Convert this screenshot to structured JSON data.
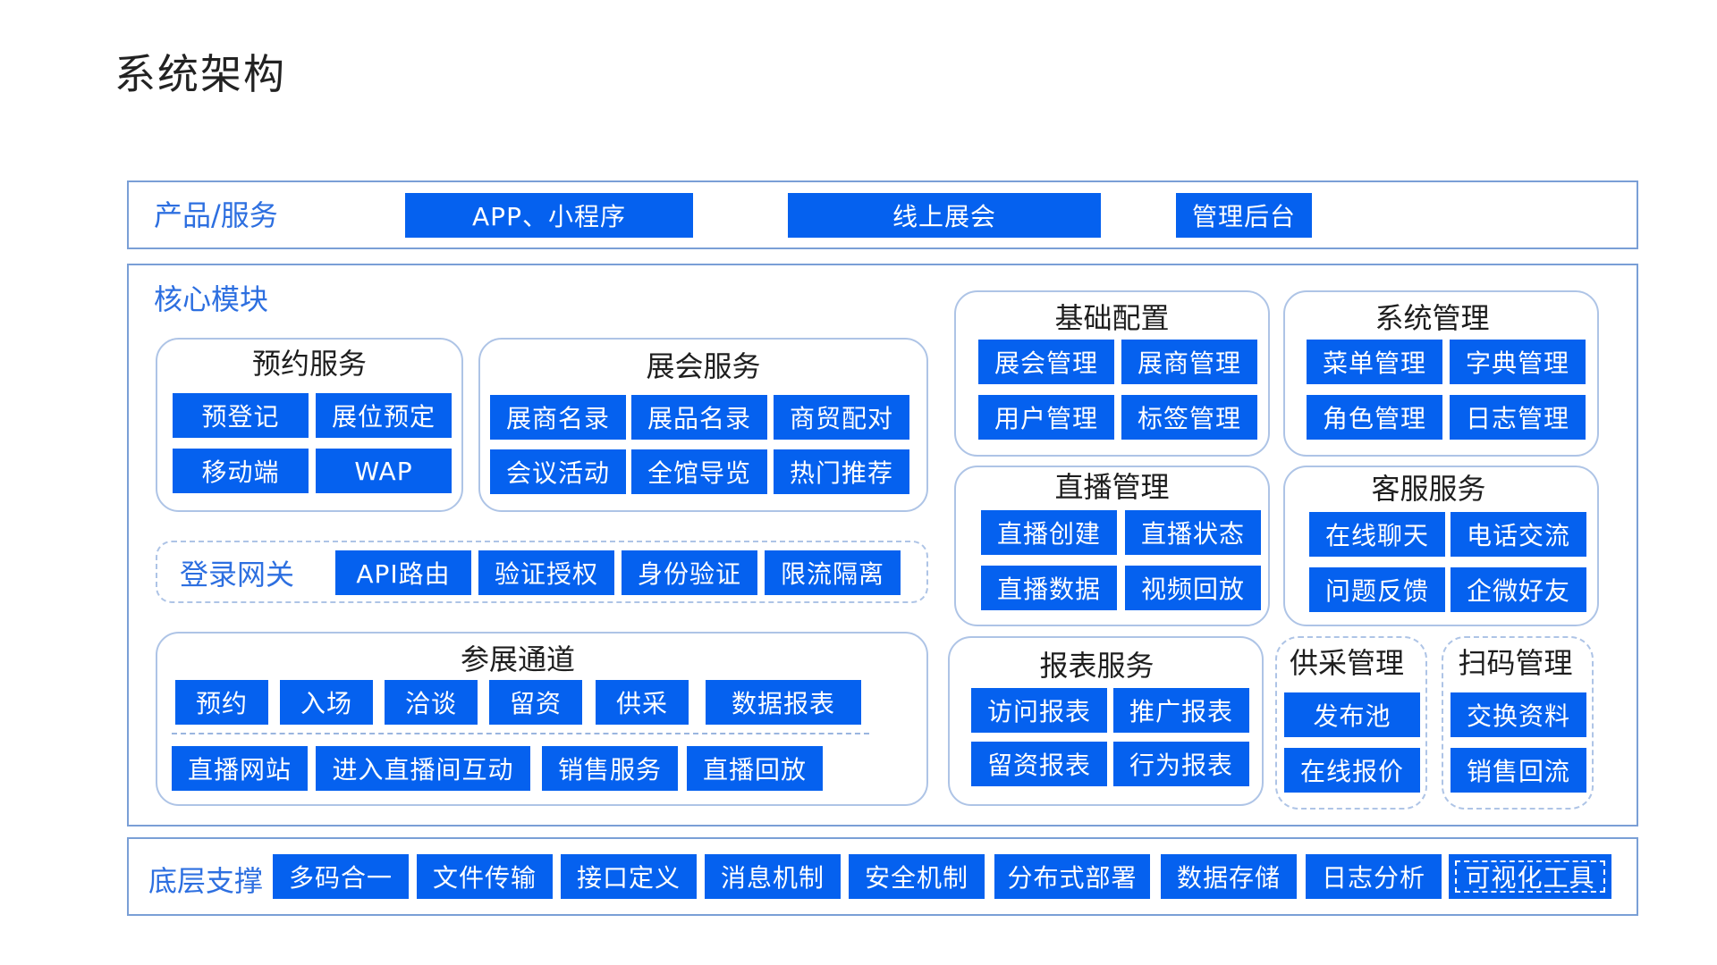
{
  "page_title": "系统架构",
  "product": {
    "label": "产品/服务",
    "items": [
      "APP、小程序",
      "线上展会",
      "管理后台"
    ]
  },
  "core": {
    "label": "核心模块",
    "yuyue": {
      "title": "预约服务",
      "items": [
        "预登记",
        "展位预定",
        "移动端",
        "WAP"
      ]
    },
    "zhanhui": {
      "title": "展会服务",
      "items": [
        "展商名录",
        "展品名录",
        "商贸配对",
        "会议活动",
        "全馆导览",
        "热门推荐"
      ]
    },
    "gateway": {
      "label": "登录网关",
      "items": [
        "API路由",
        "验证授权",
        "身份验证",
        "限流隔离"
      ]
    },
    "canzhan": {
      "title": "参展通道",
      "row1": [
        "预约",
        "入场",
        "洽谈",
        "留资",
        "供采",
        "数据报表"
      ],
      "row2": [
        "直播网站",
        "进入直播间互动",
        "销售服务",
        "直播回放"
      ]
    },
    "jichu": {
      "title": "基础配置",
      "items": [
        "展会管理",
        "展商管理",
        "用户管理",
        "标签管理"
      ]
    },
    "xitong": {
      "title": "系统管理",
      "items": [
        "菜单管理",
        "字典管理",
        "角色管理",
        "日志管理"
      ]
    },
    "zhibo": {
      "title": "直播管理",
      "items": [
        "直播创建",
        "直播状态",
        "直播数据",
        "视频回放"
      ]
    },
    "kefu": {
      "title": "客服服务",
      "items": [
        "在线聊天",
        "电话交流",
        "问题反馈",
        "企微好友"
      ]
    },
    "baobiao": {
      "title": "报表服务",
      "items": [
        "访问报表",
        "推广报表",
        "留资报表",
        "行为报表"
      ]
    },
    "gongcai": {
      "title": "供采管理",
      "items": [
        "发布池",
        "在线报价"
      ]
    },
    "saoma": {
      "title": "扫码管理",
      "items": [
        "交换资料",
        "销售回流"
      ]
    }
  },
  "bottom": {
    "label": "底层支撑",
    "items": [
      "多码合一",
      "文件传输",
      "接口定义",
      "消息机制",
      "安全机制",
      "分布式部署",
      "数据存储",
      "日志分析",
      "可视化工具"
    ]
  },
  "colors": {
    "accent": "#0561ef",
    "frame": "#7a9fd6",
    "card_border": "#aec4e6",
    "section_label": "#2d6fe0"
  }
}
